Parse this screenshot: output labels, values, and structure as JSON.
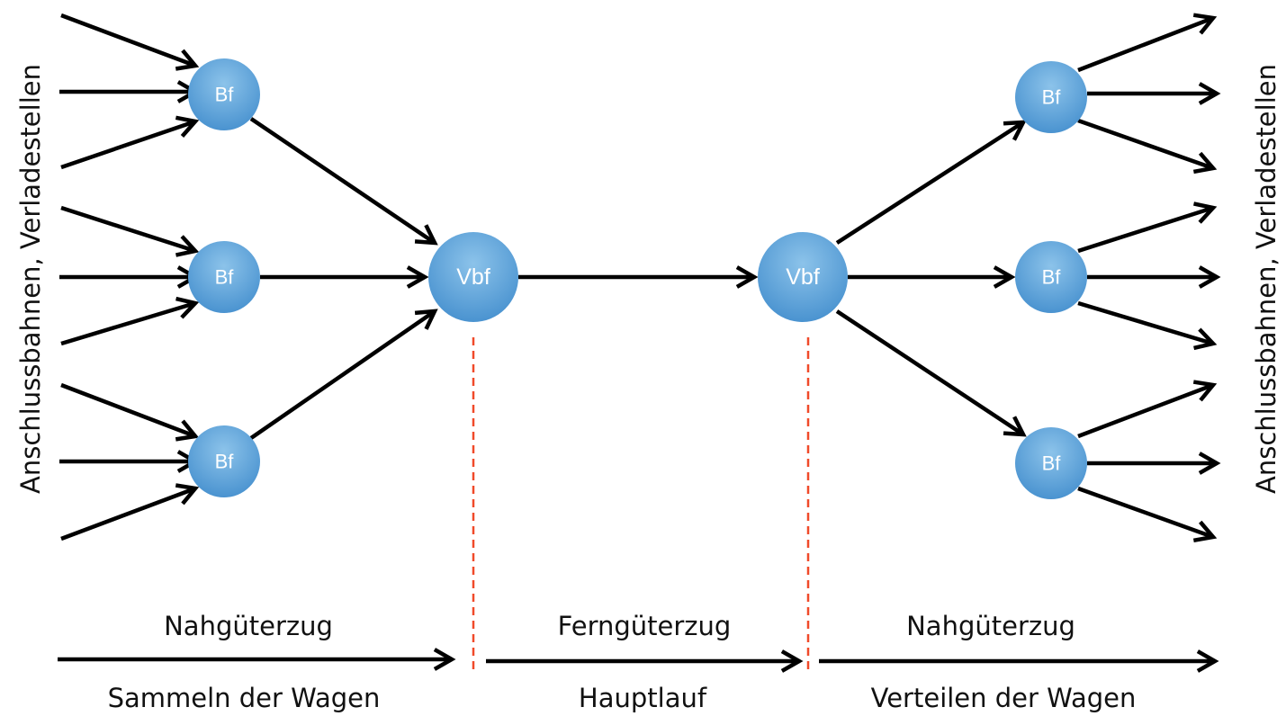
{
  "side_labels": {
    "left": "Anschlussbahnen, Verladestellen",
    "right": "Anschlussbahnen, Verladestellen"
  },
  "nodes": {
    "bf_left_top": "Bf",
    "bf_left_mid": "Bf",
    "bf_left_bot": "Bf",
    "vbf_left": "Vbf",
    "vbf_right": "Vbf",
    "bf_right_top": "Bf",
    "bf_right_mid": "Bf",
    "bf_right_bot": "Bf"
  },
  "phases": {
    "collect": {
      "train": "Nahgüterzug",
      "description": "Sammeln der Wagen"
    },
    "main": {
      "train": "Ferngüterzug",
      "description": "Hauptlauf"
    },
    "distribute": {
      "train": "Nahgüterzug",
      "description": "Verteilen der Wagen"
    }
  },
  "colors": {
    "node_light": "#8cc3ea",
    "node_dark": "#4a93d0",
    "arrow": "#000000",
    "divider": "#f04a2a"
  }
}
